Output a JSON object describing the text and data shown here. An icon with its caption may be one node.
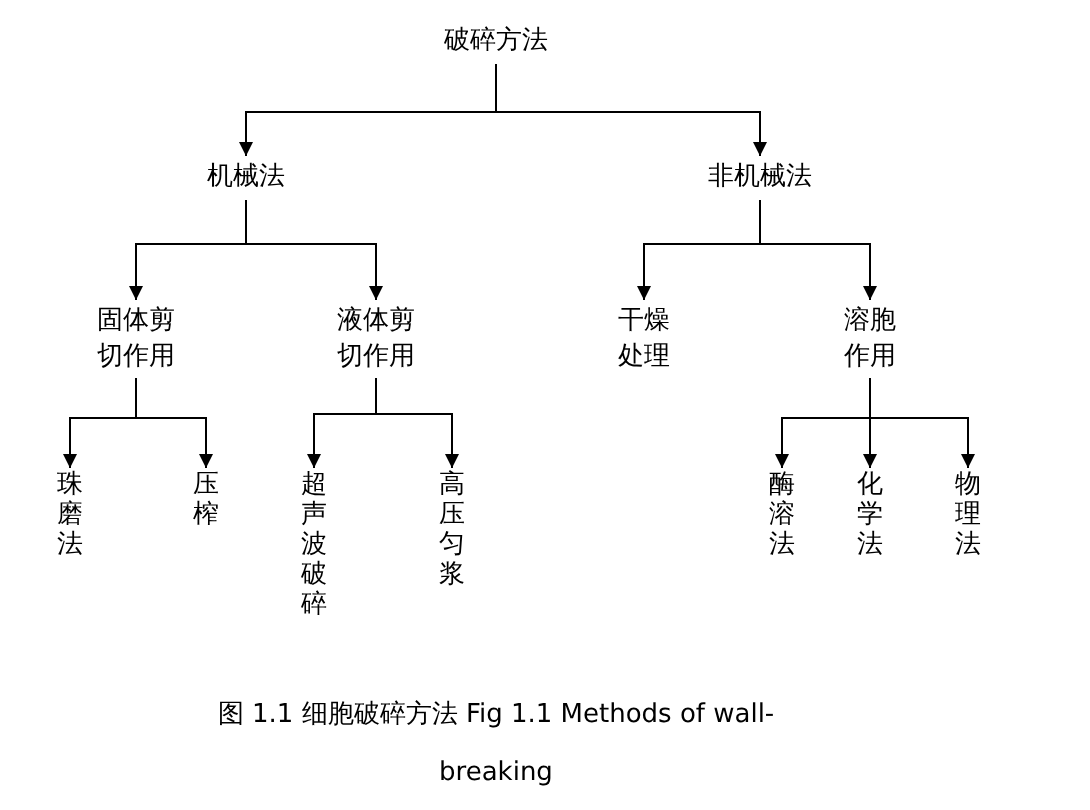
{
  "diagram": {
    "caption": "图 1.1 细胞破碎方法 Fig 1.1 Methods of wall-breaking",
    "nodes": [
      {
        "text": [
          "破碎方法"
        ]
      },
      {
        "text": [
          "机械法"
        ]
      },
      {
        "text": [
          "非机械法"
        ]
      },
      {
        "text": [
          "固体剪切作用"
        ]
      },
      {
        "text": [
          "液体剪切作用"
        ]
      },
      {
        "text": [
          "干燥处理"
        ]
      },
      {
        "text": [
          "溶胞作用"
        ]
      },
      {
        "text": [
          "珠磨法"
        ]
      },
      {
        "text": [
          "压榨"
        ]
      },
      {
        "text": [
          "超声波破碎"
        ]
      },
      {
        "text": [
          "高压匀浆"
        ]
      },
      {
        "text": [
          "酶溶法"
        ]
      },
      {
        "text": [
          "化学法"
        ]
      },
      {
        "text": [
          "物理法"
        ]
      }
    ],
    "edges": [
      {
        "from": 0,
        "to": 1,
        "arrow": "to"
      },
      {
        "from": 0,
        "to": 2,
        "arrow": "to"
      },
      {
        "from": 1,
        "to": 3,
        "arrow": "to"
      },
      {
        "from": 1,
        "to": 4,
        "arrow": "to"
      },
      {
        "from": 2,
        "to": 5,
        "arrow": "to"
      },
      {
        "from": 2,
        "to": 6,
        "arrow": "to"
      },
      {
        "from": 3,
        "to": 7,
        "arrow": "to"
      },
      {
        "from": 3,
        "to": 8,
        "arrow": "to"
      },
      {
        "from": 4,
        "to": 9,
        "arrow": "to"
      },
      {
        "from": 4,
        "to": 10,
        "arrow": "to"
      },
      {
        "from": 6,
        "to": 11,
        "arrow": "to"
      },
      {
        "from": 6,
        "to": 12,
        "arrow": "to"
      },
      {
        "from": 6,
        "to": 13,
        "arrow": "to"
      }
    ]
  }
}
